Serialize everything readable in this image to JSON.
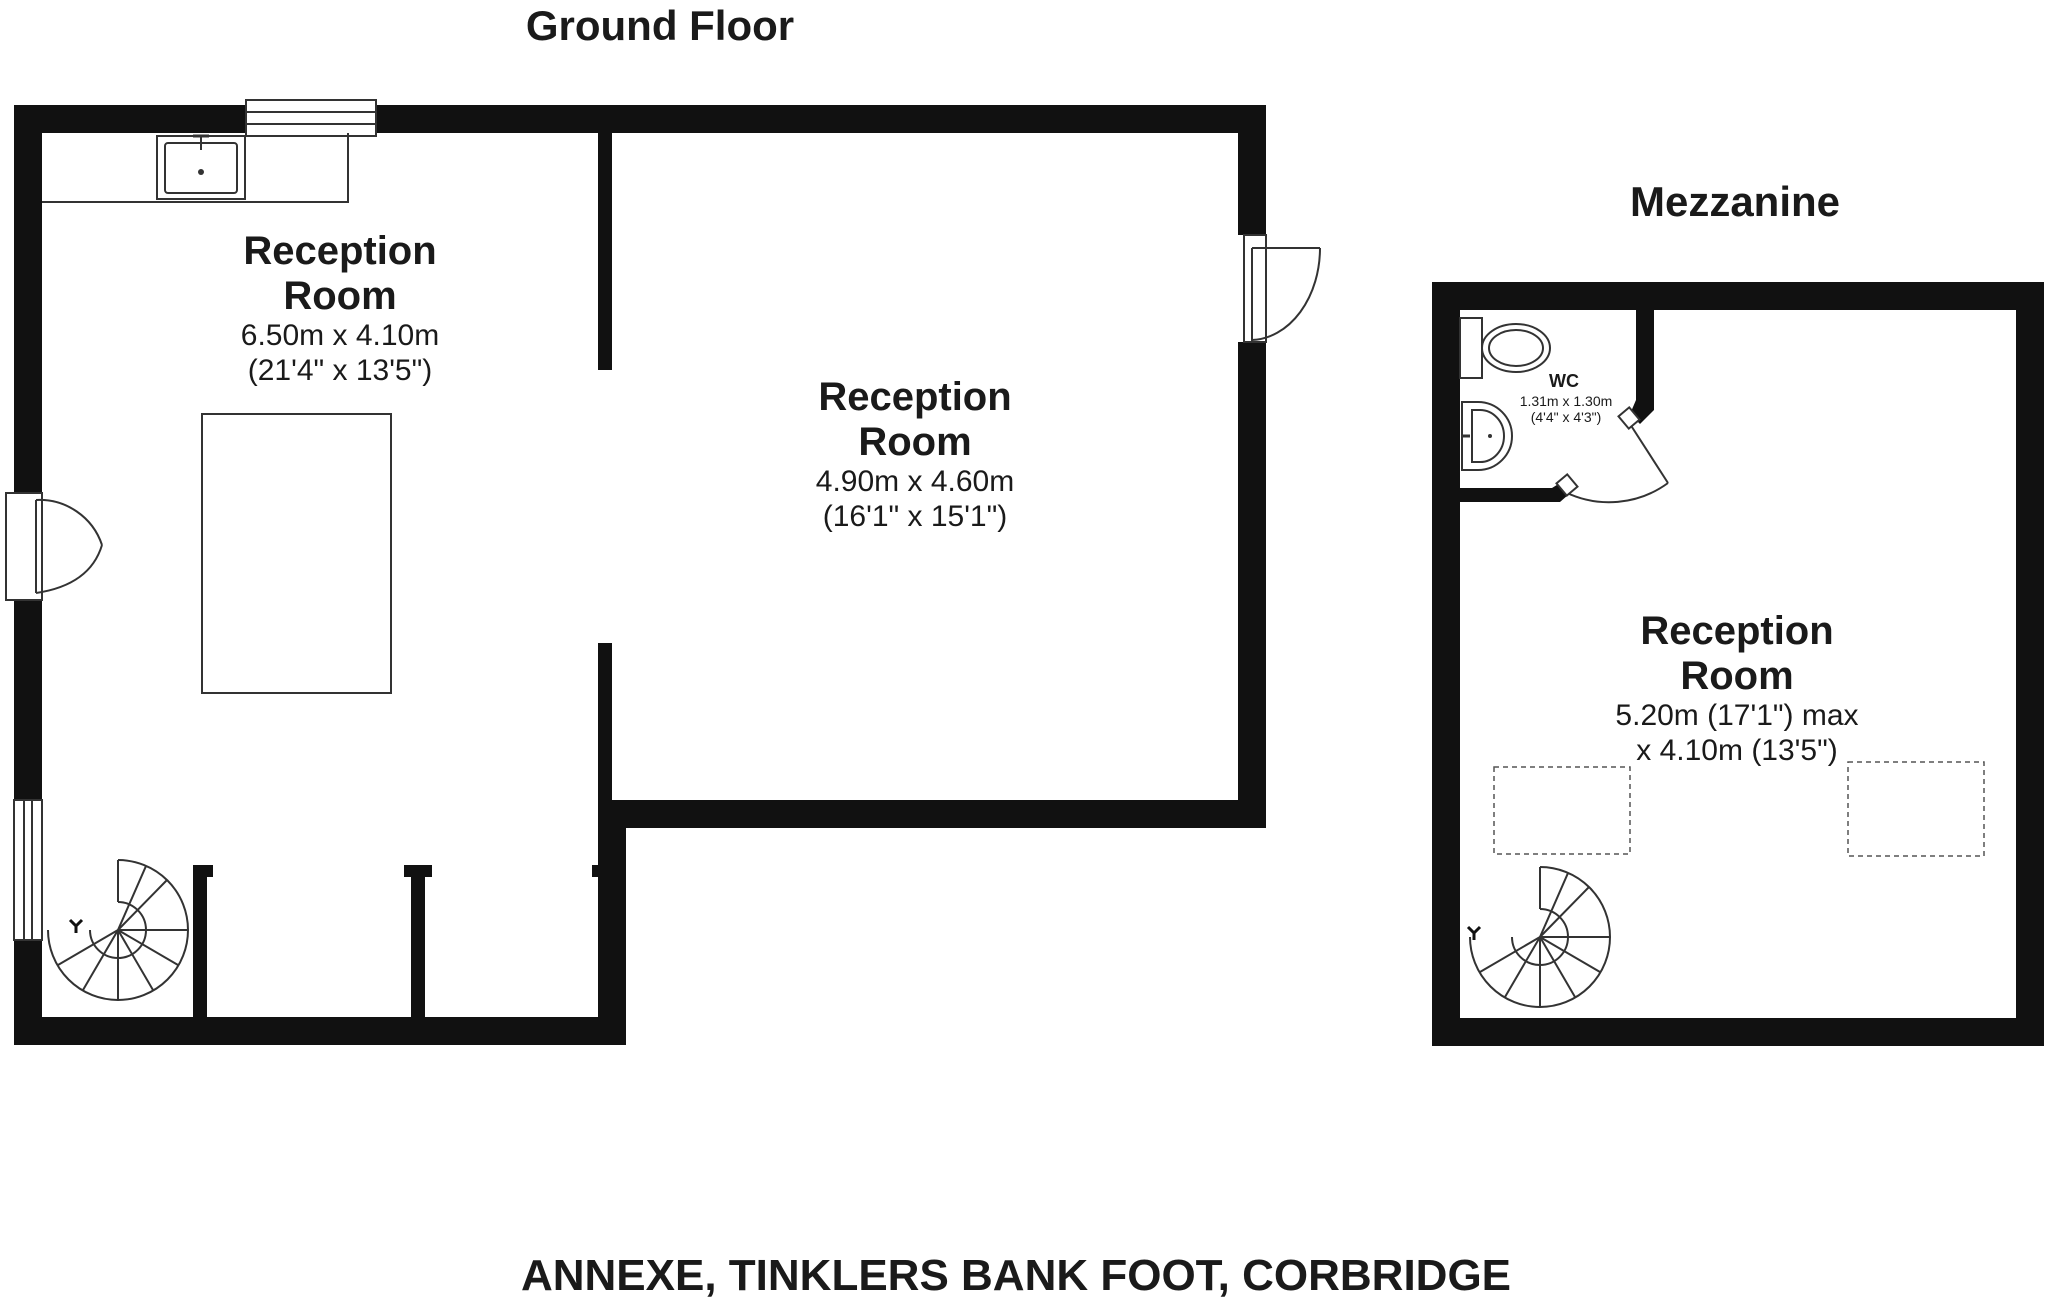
{
  "ground_floor": {
    "title": "Ground Floor",
    "room_left": {
      "name_line1": "Reception",
      "name_line2": "Room",
      "metric": "6.50m x 4.10m",
      "imperial": "(21'4\" x 13'5\")"
    },
    "room_right": {
      "name_line1": "Reception",
      "name_line2": "Room",
      "metric": "4.90m x 4.60m",
      "imperial": "(16'1\" x 15'1\")"
    }
  },
  "mezzanine": {
    "title": "Mezzanine",
    "wc": {
      "name": "WC",
      "metric": "1.31m x 1.30m",
      "imperial": "(4'4\" x 4'3\")"
    },
    "room": {
      "name_line1": "Reception",
      "name_line2": "Room",
      "dim_line1": "5.20m (17'1\") max",
      "dim_line2": "x 4.10m (13'5\")"
    }
  },
  "address": "ANNEXE, TINKLERS BANK FOOT, CORBRIDGE",
  "colors": {
    "wall": "#111111",
    "text": "#1a1a1a",
    "background": "#ffffff"
  }
}
